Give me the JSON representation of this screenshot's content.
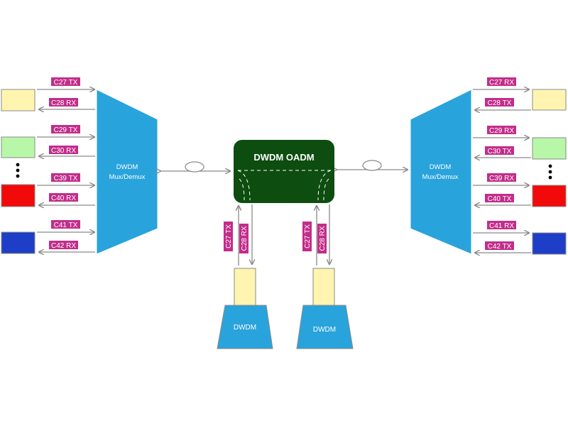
{
  "colors": {
    "mux_fill": "#29a3dc",
    "oadm_fill": "#0e4d10",
    "label_bg": "#c22d8a",
    "line": "#8a8a8a",
    "yellow": "#fff5b0",
    "green": "#b8f7a8",
    "red": "#f20a0a",
    "blue": "#1e3ec8"
  },
  "left_mux": {
    "line1": "DWDM",
    "line2": "Mux/Demux"
  },
  "right_mux": {
    "line1": "DWDM",
    "line2": "Mux/Demux"
  },
  "oadm": {
    "title": "DWDM OADM"
  },
  "left_channels": [
    {
      "tx": "C27 TX",
      "rx": "C28 RX",
      "color": "yellow"
    },
    {
      "tx": "C29 TX",
      "rx": "C30 RX",
      "color": "green"
    },
    {
      "tx": "C39 TX",
      "rx": "C40 RX",
      "color": "red"
    },
    {
      "tx": "C41 TX",
      "rx": "C42 RX",
      "color": "blue"
    }
  ],
  "right_channels": [
    {
      "tx": "C27 RX",
      "rx": "C28 TX",
      "color": "yellow"
    },
    {
      "tx": "C29 RX",
      "rx": "C30 TX",
      "color": "green"
    },
    {
      "tx": "C39 RX",
      "rx": "C40 TX",
      "color": "red"
    },
    {
      "tx": "C41 RX",
      "rx": "C42 TX",
      "color": "blue"
    }
  ],
  "drops": [
    {
      "tx": "C27 TX",
      "rx": "C28 RX",
      "device": "DWDM"
    },
    {
      "tx": "C27 TX",
      "rx": "C28 RX",
      "device": "DWDM"
    }
  ]
}
